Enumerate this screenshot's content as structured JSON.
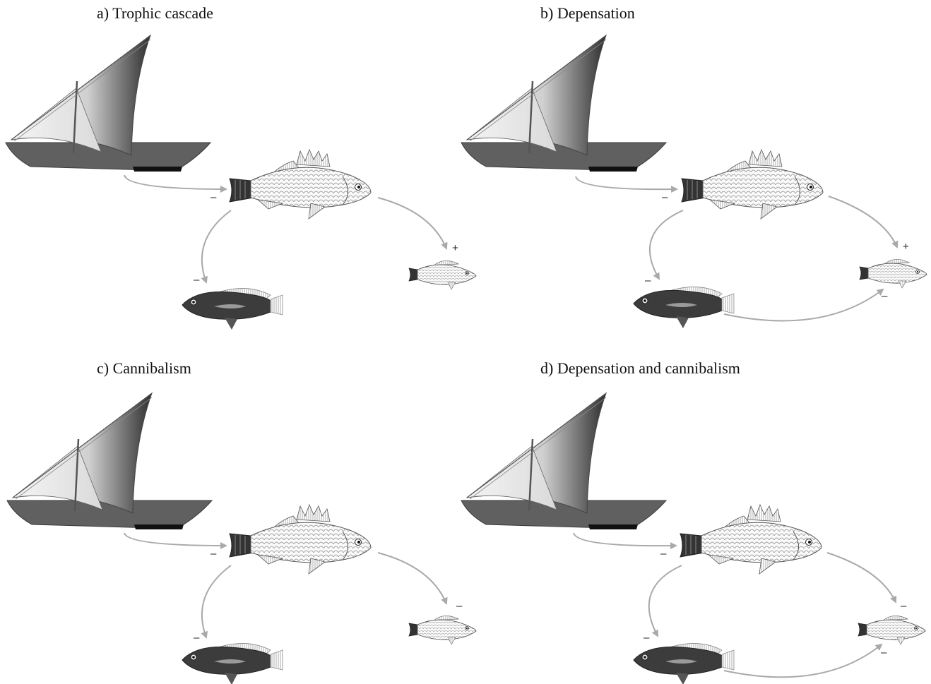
{
  "panels": [
    {
      "title": "a) Trophic cascade",
      "signs": {
        "boat_to_perch": "–",
        "perch_to_cichlid": "–",
        "perch_to_tilapia": "+"
      }
    },
    {
      "title": "b) Depensation",
      "signs": {
        "boat_to_perch": "–",
        "perch_to_cichlid": "–",
        "perch_to_tilapia": "+",
        "cichlid_to_tilapia": "–"
      }
    },
    {
      "title": "c) Cannibalism",
      "signs": {
        "boat_to_perch": "–",
        "perch_to_cichlid": "–",
        "perch_to_tilapia": "–"
      }
    },
    {
      "title": "d) Depensation and cannibalism",
      "signs": {
        "boat_to_perch": "–",
        "perch_to_cichlid": "–",
        "perch_to_tilapia": "–",
        "cichlid_to_tilapia": "–"
      }
    }
  ],
  "icons": {
    "boat": "sailboat-icon",
    "predator": "nile-perch-icon",
    "dark_fish": "cichlid-icon",
    "small_fish": "small-fish-icon"
  },
  "colors": {
    "arrow": "#a9a9a9",
    "hull": "#5f5f5f",
    "dark_fish": "#3a3a3a"
  }
}
